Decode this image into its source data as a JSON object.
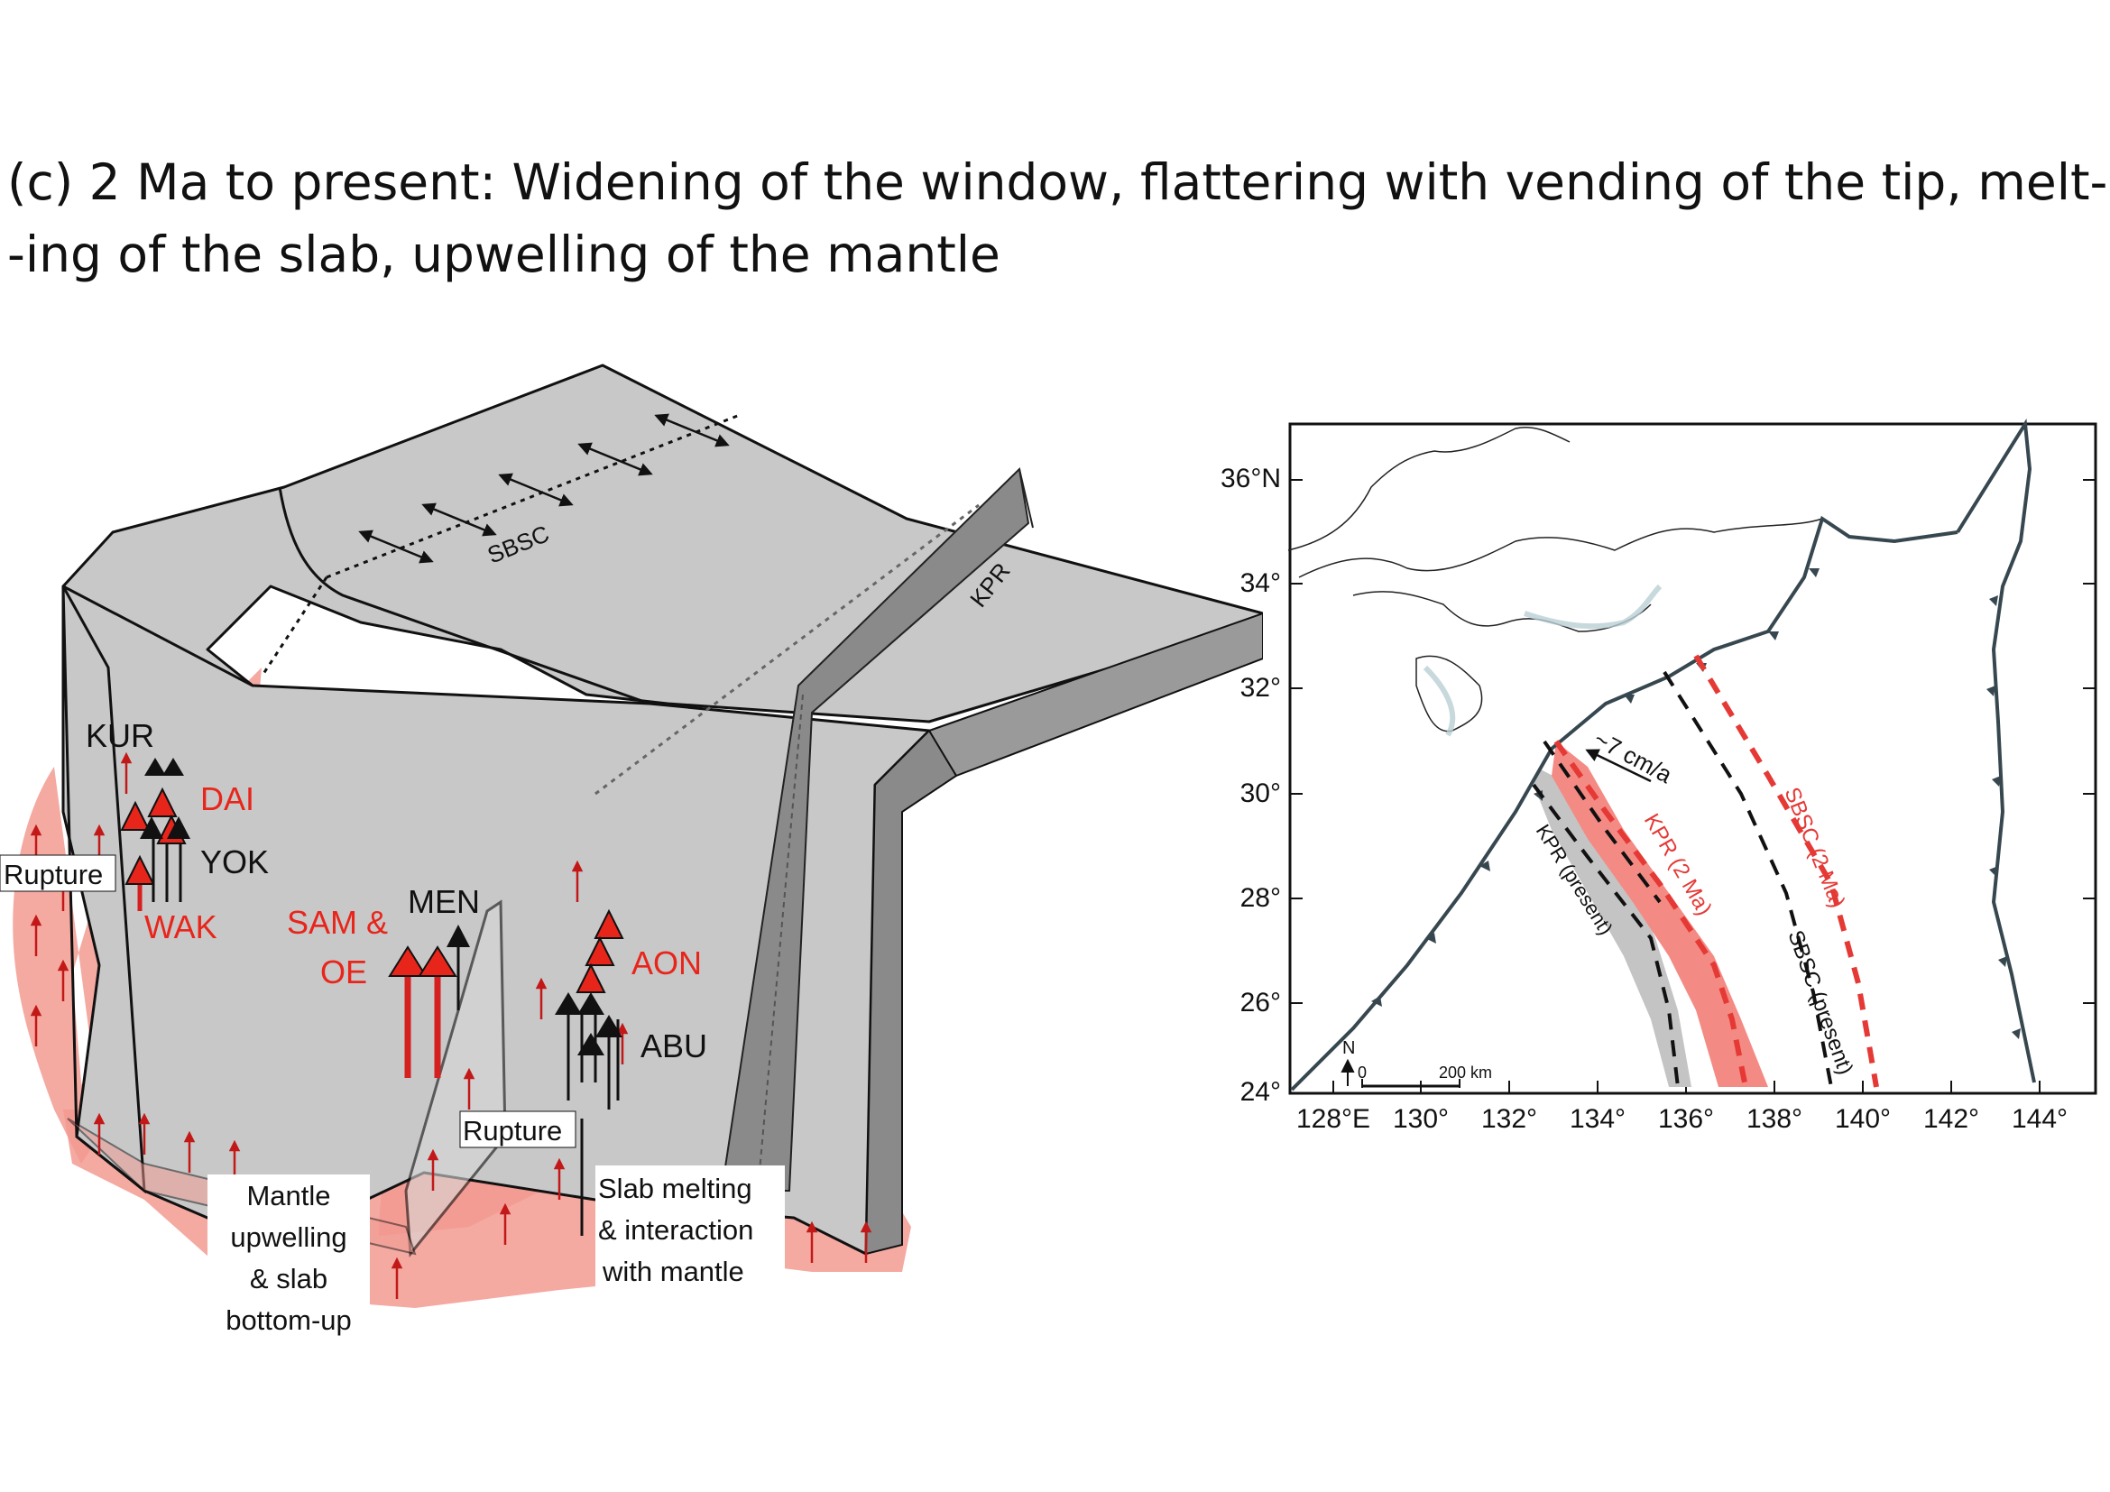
{
  "title": {
    "line1": "(c) 2 Ma to present: Widening of the window, flattering with vending of the tip, melt-",
    "line2": "-ing of the slab, upwelling of the mantle"
  },
  "block_diagram": {
    "labels": {
      "sbsc": "SBSC",
      "kpr": "KPR",
      "kur": "KUR",
      "dai": "DAI",
      "yok": "YOK",
      "wak": "WAK",
      "rupture_left": "Rupture",
      "sam_oe_line1": "SAM &",
      "sam_oe_line2": "OE",
      "men": "MEN",
      "aon": "AON",
      "abu": "ABU",
      "rupture_center": "Rupture",
      "mantle_line1": "Mantle",
      "mantle_line2": "upwelling",
      "mantle_line3": "& slab",
      "mantle_line4": "bottom-up",
      "slab_line1": "Slab melting",
      "slab_line2": "& interaction",
      "slab_line3": "with mantle"
    },
    "colors": {
      "plate": "#c8c8c8",
      "slab_side": "#8a8a8a",
      "mantle": "#f29a90",
      "arrow_red": "#d62020",
      "volcano_red": "#e8251b",
      "volcano_black": "#111111"
    }
  },
  "map": {
    "y_ticks": [
      "36°N",
      "34°",
      "32°",
      "30°",
      "28°",
      "26°",
      "24°"
    ],
    "x_ticks": [
      "128°E",
      "130°",
      "132°",
      "134°",
      "136°",
      "138°",
      "140°",
      "142°",
      "144°"
    ],
    "rate_label": "~7 cm/a",
    "kpr_present": "KPR (present)",
    "kpr_2ma": "KPR (2 Ma)",
    "sbsc_present": "SBSC (present)",
    "sbsc_2ma": "SBSC (2 Ma)",
    "north": "N",
    "scale_zero": "0",
    "scale_km": "200 km",
    "colors": {
      "trench": "#37474f",
      "dashed_black": "#111111",
      "dashed_red": "#e53935",
      "kpr_present_fill": "#c4c4c4",
      "kpr_2ma_fill": "#f48a84",
      "coast_glow": "#b9d0d4"
    }
  }
}
